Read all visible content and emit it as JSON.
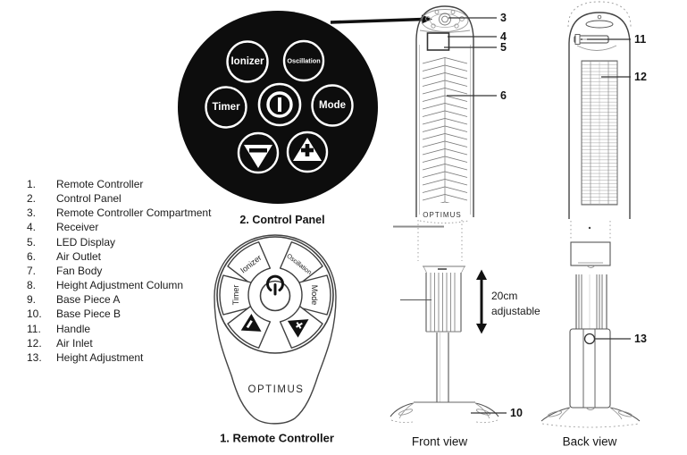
{
  "colors": {
    "panel_black": "#0d0d0d",
    "ink": "#1a1a1a",
    "line_gray": "#555555",
    "white": "#ffffff"
  },
  "parts_list": {
    "items": [
      {
        "num": "1.",
        "label": "Remote Controller"
      },
      {
        "num": "2.",
        "label": "Control Panel"
      },
      {
        "num": "3.",
        "label": "Remote Controller Compartment"
      },
      {
        "num": "4.",
        "label": "Receiver"
      },
      {
        "num": "5.",
        "label": "LED Display"
      },
      {
        "num": "6.",
        "label": "Air Outlet"
      },
      {
        "num": "7.",
        "label": "Fan Body"
      },
      {
        "num": "8.",
        "label": "Height Adjustment Column"
      },
      {
        "num": "9.",
        "label": "Base Piece A"
      },
      {
        "num": "10.",
        "label": "Base Piece B"
      },
      {
        "num": "11.",
        "label": "Handle"
      },
      {
        "num": "12.",
        "label": "Air Inlet"
      },
      {
        "num": "13.",
        "label": "Height Adjustment"
      }
    ]
  },
  "control_panel": {
    "caption": "2. Control Panel",
    "buttons": {
      "ionizer": "Ionizer",
      "oscillation": "Oscillation",
      "timer": "Timer",
      "mode": "Mode"
    },
    "icons": {
      "power": "power-icon",
      "speed_down": "triangle-down-minus-icon",
      "speed_up": "triangle-up-plus-icon"
    }
  },
  "remote": {
    "caption": "1. Remote Controller",
    "brand": "OPTIMUS",
    "buttons": {
      "ionizer": "Ionizer",
      "oscillation": "Oscillation",
      "timer": "Timer",
      "mode": "Mode"
    },
    "icons": {
      "power": "power-icon",
      "speed_down": "triangle-down-minus-icon",
      "speed_up": "triangle-up-plus-icon"
    }
  },
  "front_view": {
    "caption": "Front view",
    "brand": "OPTIMUS",
    "callouts": {
      "remote_compartment": "3",
      "receiver": "4",
      "led_display": "5",
      "air_outlet": "6",
      "base_piece_b": "10"
    },
    "adjustment_note": {
      "line1": "20cm",
      "line2": "adjustable"
    }
  },
  "back_view": {
    "caption": "Back view",
    "callouts": {
      "handle": "11",
      "air_inlet": "12",
      "height_adjustment": "13"
    }
  }
}
